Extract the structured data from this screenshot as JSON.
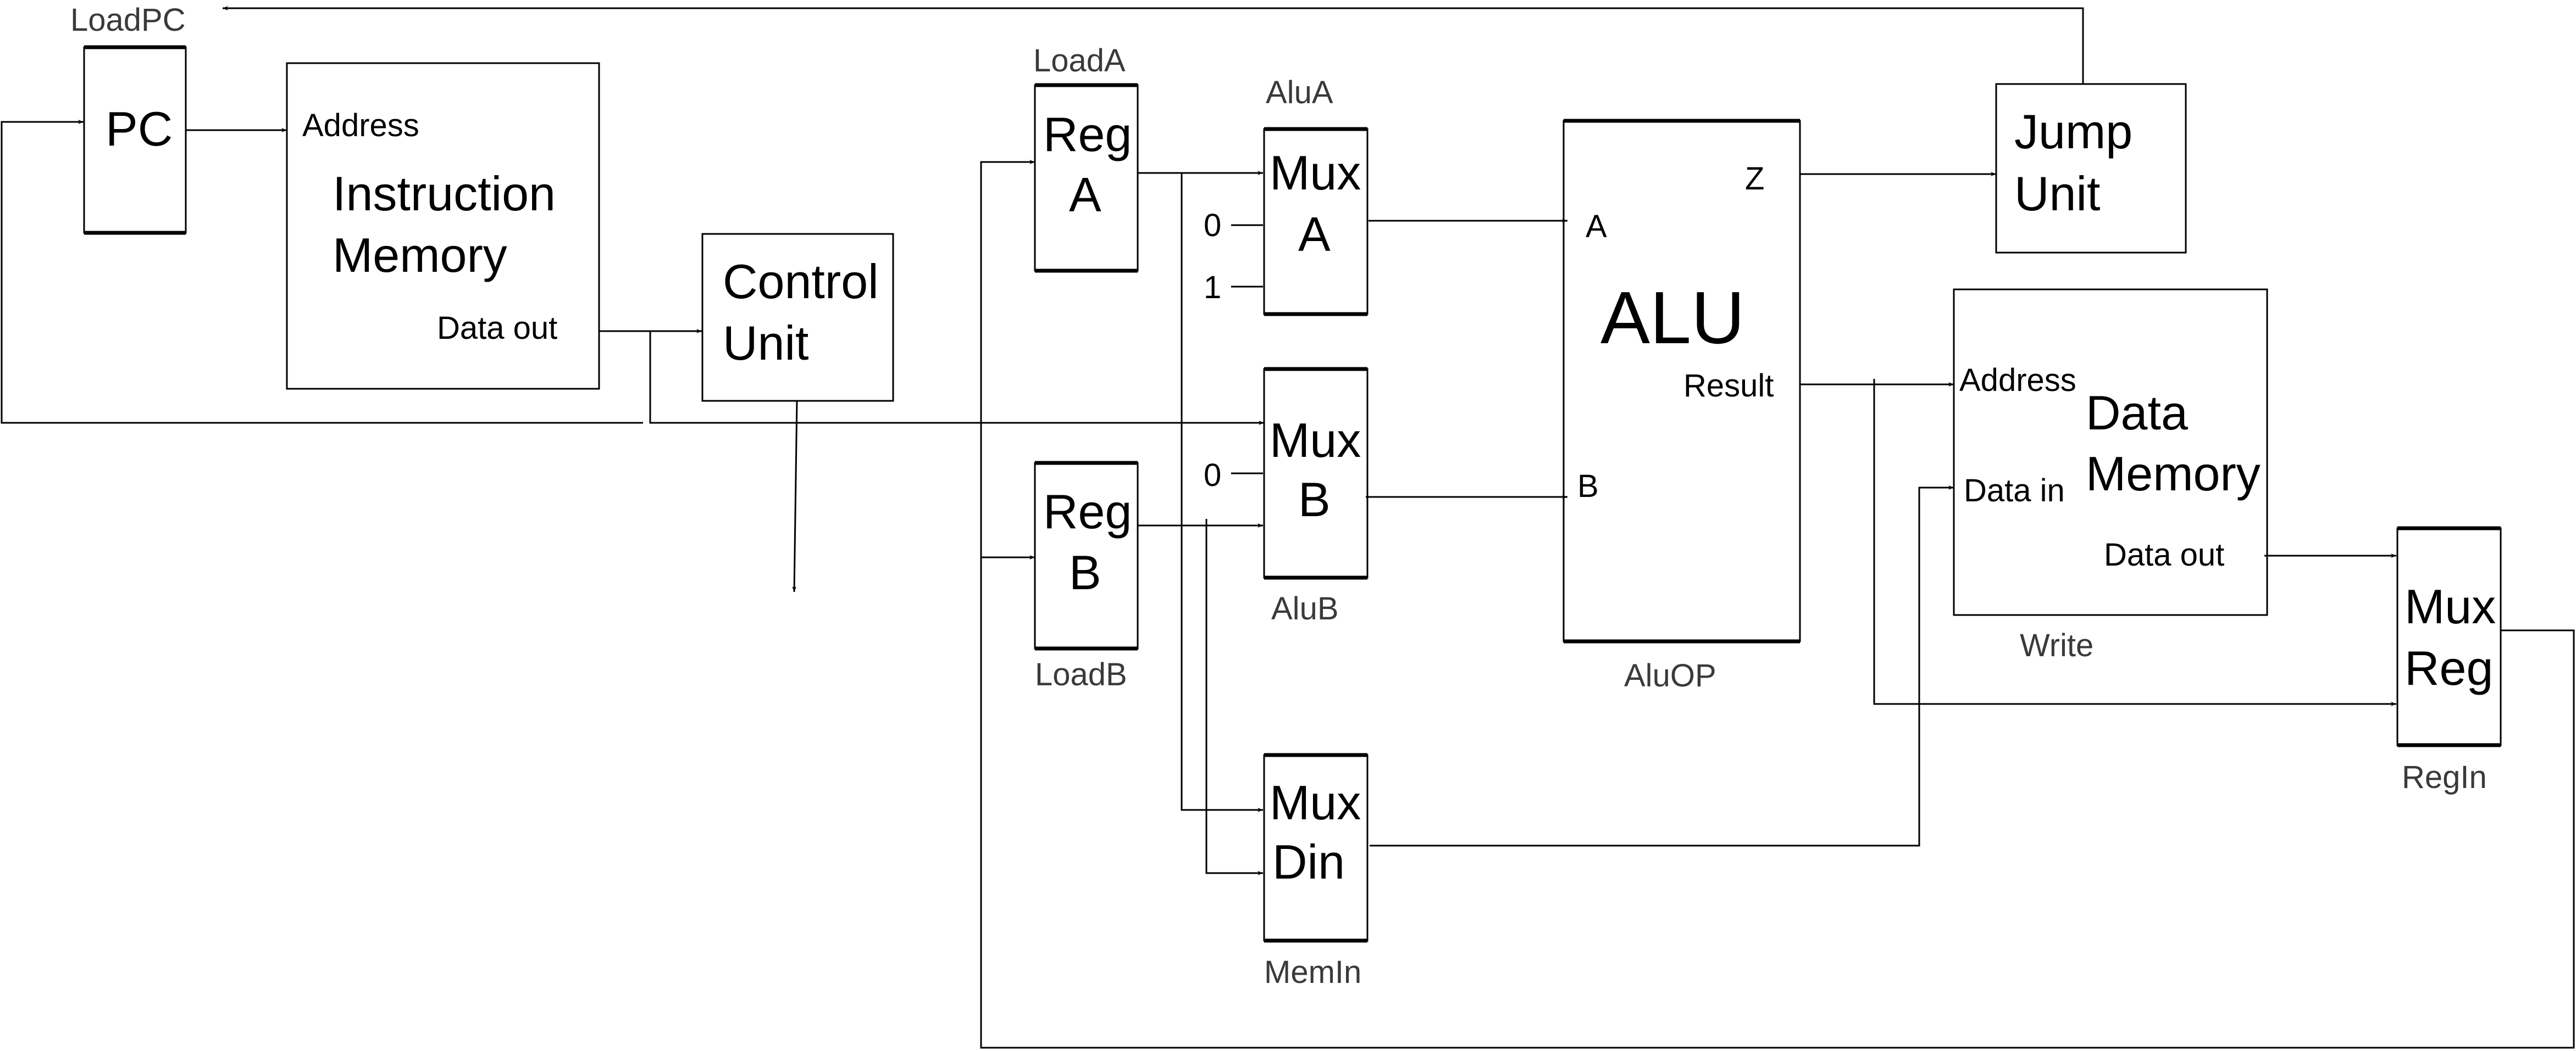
{
  "diagram": {
    "control_labels": {
      "load_pc": "LoadPC",
      "load_a": "LoadA",
      "alu_a": "AluA",
      "alu_b": "AluB",
      "load_b": "LoadB",
      "alu_op": "AluOP",
      "mem_in": "MemIn",
      "write": "Write",
      "reg_in": "RegIn"
    },
    "blocks": {
      "pc": {
        "title": "PC"
      },
      "instruction_memory": {
        "title_line1": "Instruction",
        "title_line2": "Memory",
        "port_address": "Address",
        "port_data_out": "Data out"
      },
      "control_unit": {
        "title_line1": "Control",
        "title_line2": "Unit"
      },
      "reg_a": {
        "title_line1": "Reg",
        "title_line2": "A"
      },
      "reg_b": {
        "title_line1": "Reg",
        "title_line2": "B"
      },
      "mux_a": {
        "title_line1": "Mux",
        "title_line2": "A",
        "const_0": "0",
        "const_1": "1"
      },
      "mux_b": {
        "title_line1": "Mux",
        "title_line2": "B",
        "const_0": "0"
      },
      "mux_din": {
        "title_line1": "Mux",
        "title_line2": "Din"
      },
      "alu": {
        "title": "ALU",
        "port_a": "A",
        "port_b": "B",
        "port_z": "Z",
        "port_result": "Result"
      },
      "jump_unit": {
        "title_line1": "Jump",
        "title_line2": "Unit"
      },
      "data_memory": {
        "title_line1": "Data",
        "title_line2": "Memory",
        "port_address": "Address",
        "port_data_in": "Data in",
        "port_data_out": "Data out"
      },
      "mux_reg": {
        "title_line1": "Mux",
        "title_line2": "Reg"
      }
    }
  }
}
